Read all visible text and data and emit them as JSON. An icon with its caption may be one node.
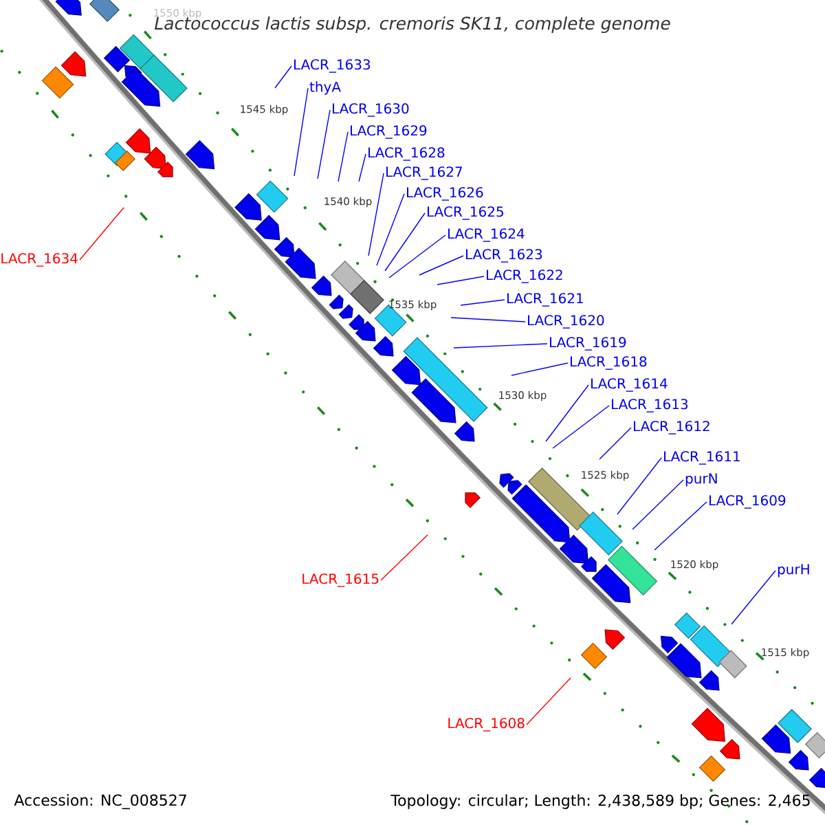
{
  "diagram": {
    "title": "Lactococcus lactis subsp. cremoris SK11, complete genome",
    "nodes": [
      {
        "text": [
          "LACR_1633"
        ]
      },
      {
        "text": [
          "thyA"
        ]
      },
      {
        "text": [
          "LACR_1630"
        ]
      },
      {
        "text": [
          "LACR_1629"
        ]
      },
      {
        "text": [
          "LACR_1628"
        ]
      },
      {
        "text": [
          "LACR_1627"
        ]
      },
      {
        "text": [
          "LACR_1626"
        ]
      },
      {
        "text": [
          "LACR_1625"
        ]
      },
      {
        "text": [
          "LACR_1624"
        ]
      },
      {
        "text": [
          "LACR_1623"
        ]
      },
      {
        "text": [
          "LACR_1634"
        ]
      },
      {
        "text": [
          "LACR_1622"
        ]
      },
      {
        "text": [
          "LACR_1621"
        ]
      },
      {
        "text": [
          "LACR_1620"
        ]
      },
      {
        "text": [
          "LACR_1619"
        ]
      },
      {
        "text": [
          "LACR_1618"
        ]
      },
      {
        "text": [
          "LACR_1614"
        ]
      },
      {
        "text": [
          "LACR_1613"
        ]
      },
      {
        "text": [
          "LACR_1612"
        ]
      },
      {
        "text": [
          "LACR_1611"
        ]
      },
      {
        "text": [
          "purN"
        ]
      },
      {
        "text": [
          "LACR_1609"
        ]
      },
      {
        "text": [
          "purH"
        ]
      },
      {
        "text": [
          "LACR_1615"
        ]
      },
      {
        "text": [
          "LACR_1608"
        ]
      }
    ],
    "edges": [
      {
        "from": 0,
        "to": null,
        "arrow": "none"
      },
      {
        "from": 1,
        "to": null,
        "arrow": "none"
      },
      {
        "from": 2,
        "to": null,
        "arrow": "none"
      },
      {
        "from": 3,
        "to": null,
        "arrow": "none"
      },
      {
        "from": 4,
        "to": null,
        "arrow": "none"
      },
      {
        "from": 5,
        "to": null,
        "arrow": "none"
      },
      {
        "from": 6,
        "to": null,
        "arrow": "none"
      },
      {
        "from": 7,
        "to": null,
        "arrow": "none"
      },
      {
        "from": 8,
        "to": null,
        "arrow": "none"
      },
      {
        "from": 9,
        "to": null,
        "arrow": "none"
      },
      {
        "from": 10,
        "to": null,
        "arrow": "none",
        "color": "#ff0000"
      },
      {
        "from": 11,
        "to": null,
        "arrow": "none"
      },
      {
        "from": 12,
        "to": null,
        "arrow": "none"
      },
      {
        "from": 13,
        "to": null,
        "arrow": "none"
      },
      {
        "from": 14,
        "to": null,
        "arrow": "none"
      },
      {
        "from": 15,
        "to": null,
        "arrow": "none"
      },
      {
        "from": 16,
        "to": null,
        "arrow": "none"
      },
      {
        "from": 17,
        "to": null,
        "arrow": "none"
      },
      {
        "from": 18,
        "to": null,
        "arrow": "none"
      },
      {
        "from": 19,
        "to": null,
        "arrow": "none"
      },
      {
        "from": 20,
        "to": null,
        "arrow": "none"
      },
      {
        "from": 21,
        "to": null,
        "arrow": "none"
      },
      {
        "from": 22,
        "to": null,
        "arrow": "none"
      },
      {
        "from": 23,
        "to": null,
        "arrow": "none",
        "color": "#ff0000"
      },
      {
        "from": 24,
        "to": null,
        "arrow": "none",
        "color": "#ff0000"
      }
    ],
    "labels": [
      "1550 kbp",
      "1545 kbp",
      "1540 kbp",
      "1535 kbp",
      "1530 kbp",
      "1525 kbp",
      "1520 kbp",
      "1515 kbp",
      "Accession: NC_008527",
      "Topology: circular; Length: 2,438,589 bp; Genes: 2,465"
    ]
  }
}
